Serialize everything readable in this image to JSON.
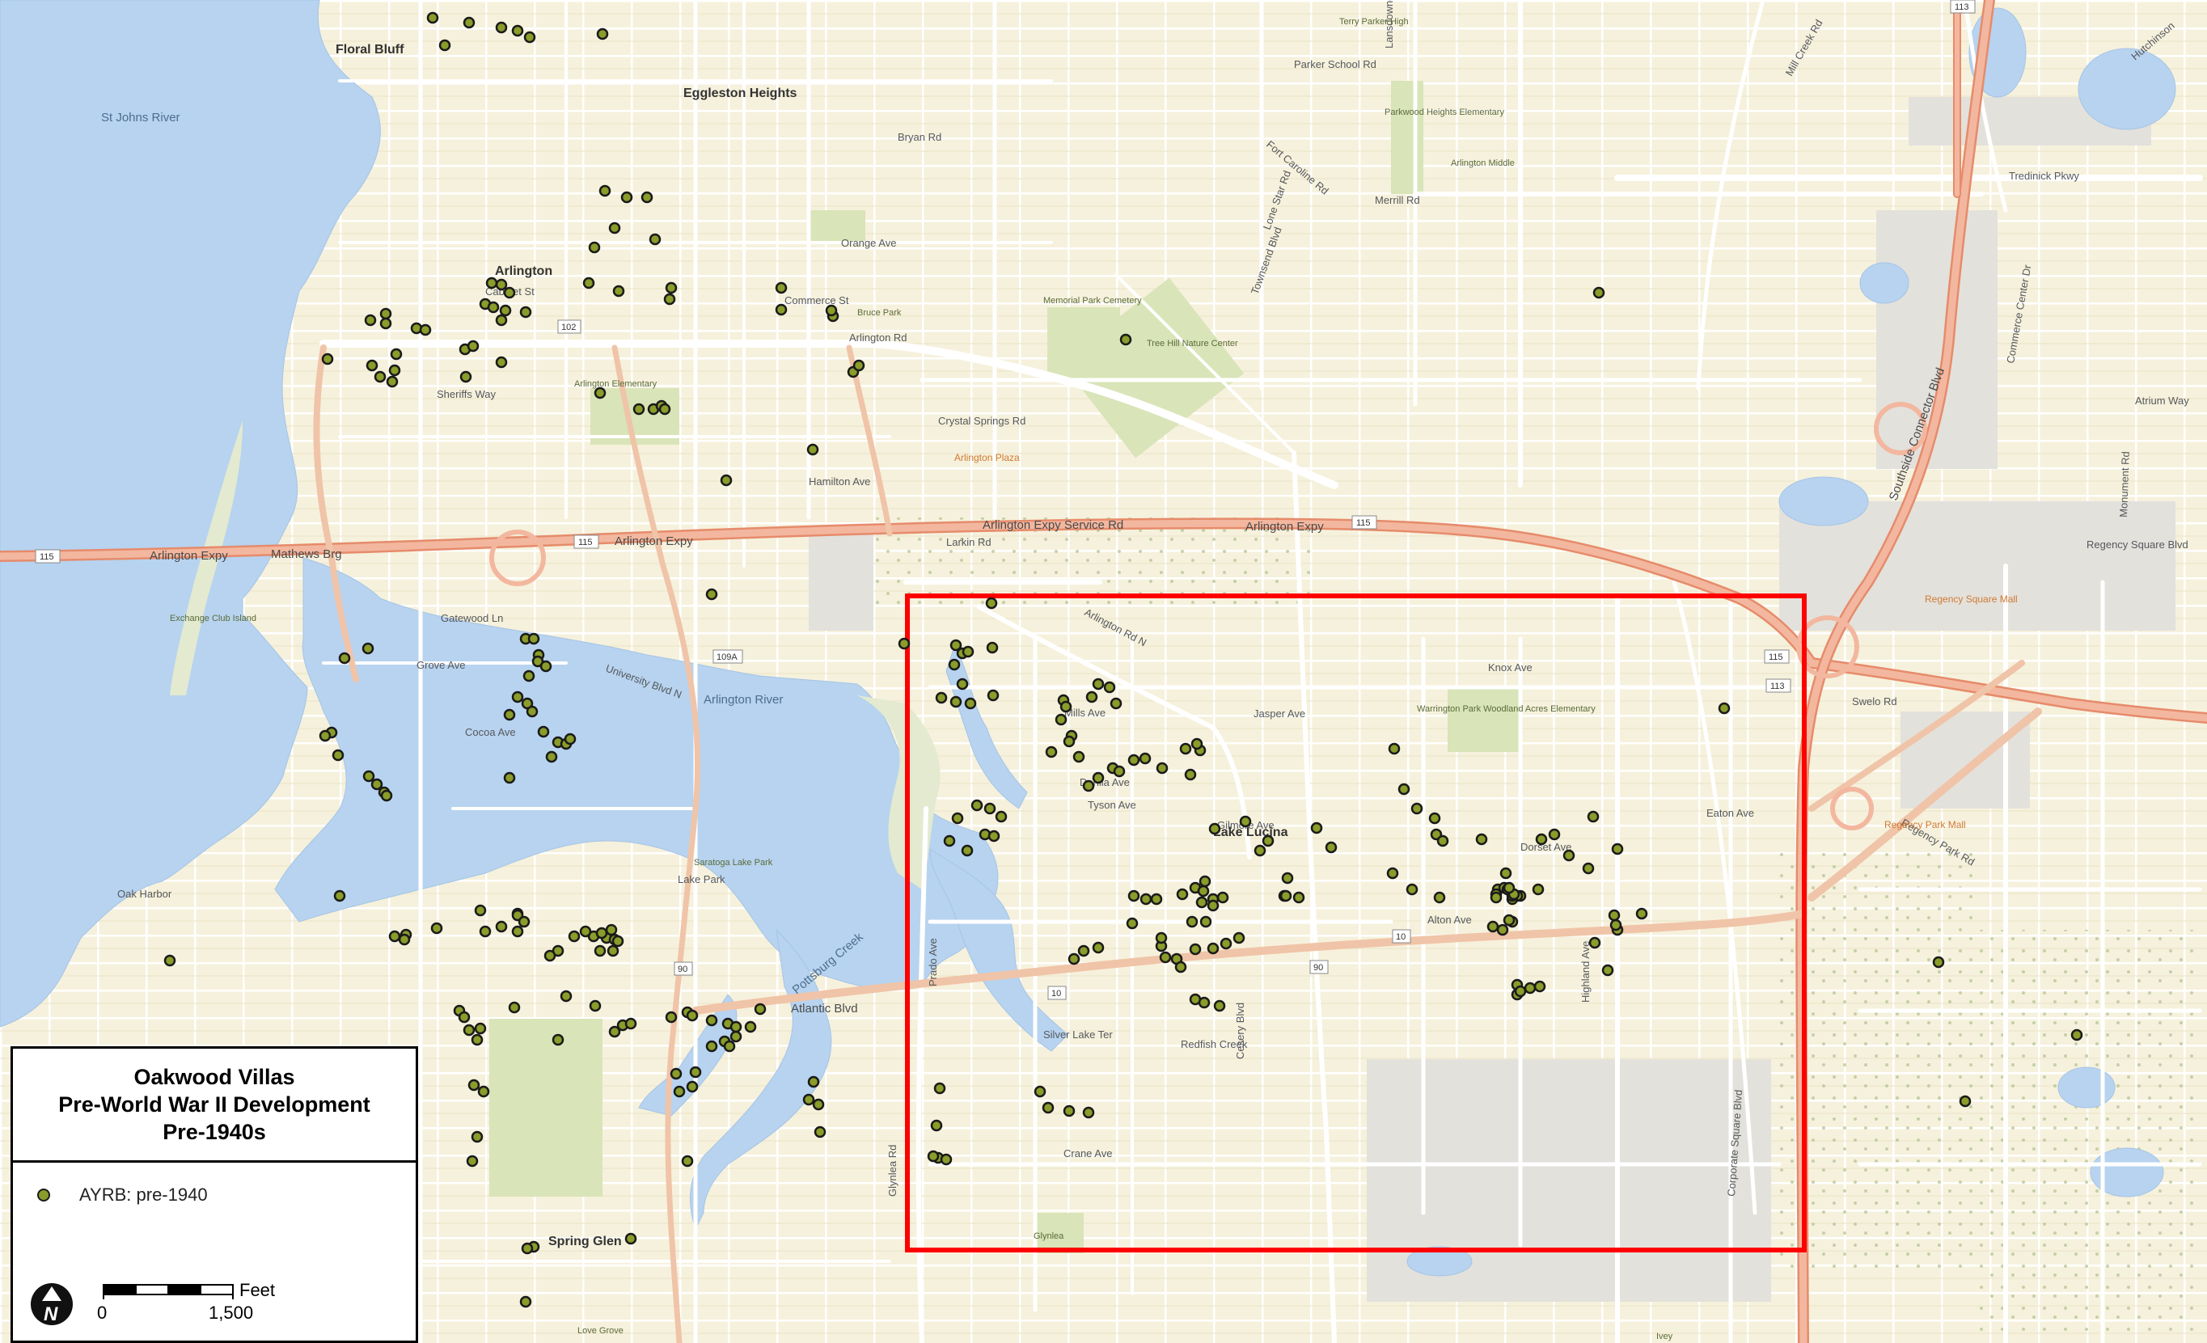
{
  "legend": {
    "title_lines": [
      "Oakwood Villas",
      "Pre-World War II Development",
      "Pre-1940s"
    ],
    "entry_label": "AYRB: pre-1940",
    "scale_unit": "Feet",
    "scale_start": "0",
    "scale_end": "1,500",
    "north_letter": "N"
  },
  "colors": {
    "land": "#f6f1dc",
    "water": "#b7d3ef",
    "highway": "#f0a98b",
    "study_area": "#ff0000",
    "point_fill": "#8a9c2a",
    "point_stroke": "#1a1a1a",
    "park": "#d9e4b8"
  },
  "labels": {
    "places": [
      {
        "text": "Floral Bluff"
      },
      {
        "text": "Arlington"
      },
      {
        "text": "Spring Glen"
      },
      {
        "text": "Lake Lucina"
      },
      {
        "text": "Eggleston Heights"
      }
    ],
    "water": [
      {
        "text": "St Johns River"
      },
      {
        "text": "Arlington River"
      },
      {
        "text": "Pottsburg Creek"
      }
    ],
    "highways": [
      {
        "text": "Arlington Expy"
      },
      {
        "text": "Mathews Brg"
      },
      {
        "text": "Arlington Expy"
      },
      {
        "text": "Arlington Expy"
      },
      {
        "text": "Arlington Expy Service Rd"
      },
      {
        "text": "Southside Connector Blvd"
      },
      {
        "text": "Atlantic Blvd"
      }
    ],
    "roads": [
      {
        "text": "Arlington Rd"
      },
      {
        "text": "Arlington Rd N"
      },
      {
        "text": "University Blvd N"
      },
      {
        "text": "Prado Ave"
      },
      {
        "text": "Gilmore Ave"
      },
      {
        "text": "Crane Ave"
      },
      {
        "text": "Eaton Ave"
      },
      {
        "text": "Merrill Rd"
      },
      {
        "text": "Tredinick Pkwy"
      },
      {
        "text": "Hutchinson"
      },
      {
        "text": "Commerce Center Dr"
      },
      {
        "text": "Regency Square Blvd"
      },
      {
        "text": "Atrium Way"
      },
      {
        "text": "Monument Rd"
      },
      {
        "text": "Swelo Rd"
      },
      {
        "text": "Regency Park Rd"
      },
      {
        "text": "Highland Ave"
      },
      {
        "text": "Corporate Square Blvd"
      },
      {
        "text": "Glynlea Rd"
      },
      {
        "text": "Silver Lake Ter"
      },
      {
        "text": "Cesery Blvd"
      },
      {
        "text": "Lone Star Rd"
      },
      {
        "text": "Townsend Blvd"
      },
      {
        "text": "Fort Caroline Rd"
      },
      {
        "text": "Alton Ave"
      },
      {
        "text": "Dorset Ave"
      },
      {
        "text": "Larkin Rd"
      },
      {
        "text": "Cocoa Ave"
      },
      {
        "text": "Grove Ave"
      },
      {
        "text": "Gatewood Ln"
      },
      {
        "text": "Mill Creek Rd"
      },
      {
        "text": "Redfish Creek"
      },
      {
        "text": "Jasper Ave"
      },
      {
        "text": "Knox Ave"
      },
      {
        "text": "Tyson Ave"
      },
      {
        "text": "Dahlia Ave"
      },
      {
        "text": "Mills Ave"
      },
      {
        "text": "Lake Park"
      },
      {
        "text": "Parker School Rd"
      },
      {
        "text": "Lansdowne Dr"
      },
      {
        "text": "Crystal Springs Rd"
      },
      {
        "text": "Hamilton Ave"
      },
      {
        "text": "Orange Ave"
      },
      {
        "text": "Bryan Rd"
      },
      {
        "text": "Sheriffs Way"
      },
      {
        "text": "Cabinet St"
      },
      {
        "text": "Commerce St"
      },
      {
        "text": "Oak Harbor"
      }
    ],
    "pois": [
      {
        "text": "Terry Parker High"
      },
      {
        "text": "Parkwood Heights Elementary"
      },
      {
        "text": "Arlington Middle"
      },
      {
        "text": "Bruce Park"
      },
      {
        "text": "Memorial Park Cemetery"
      },
      {
        "text": "Tree Hill Nature Center"
      },
      {
        "text": "Arlington Elementary"
      },
      {
        "text": "Arlington Plaza"
      },
      {
        "text": "Exchange Club Island"
      },
      {
        "text": "Saratoga Lake Park"
      },
      {
        "text": "Warrington Park Woodland Acres Elementary"
      },
      {
        "text": "Regency Square Mall"
      },
      {
        "text": "Regency Park Mall"
      },
      {
        "text": "Glynlea"
      },
      {
        "text": "Love Grove"
      },
      {
        "text": "Ivey"
      }
    ],
    "route_shields": [
      {
        "text": "115"
      },
      {
        "text": "115"
      },
      {
        "text": "115"
      },
      {
        "text": "113"
      },
      {
        "text": "113"
      },
      {
        "text": "109A"
      },
      {
        "text": "10"
      },
      {
        "text": "10"
      },
      {
        "text": "90"
      },
      {
        "text": "90"
      },
      {
        "text": "102"
      },
      {
        "text": "115"
      }
    ]
  },
  "points": [
    [
      535,
      22
    ],
    [
      580,
      28
    ],
    [
      620,
      34
    ],
    [
      640,
      38
    ],
    [
      655,
      46
    ],
    [
      550,
      56
    ],
    [
      745,
      42
    ],
    [
      748,
      236
    ],
    [
      775,
      244
    ],
    [
      800,
      244
    ],
    [
      760,
      282
    ],
    [
      810,
      296
    ],
    [
      735,
      306
    ],
    [
      728,
      350
    ],
    [
      765,
      360
    ],
    [
      608,
      350
    ],
    [
      620,
      352
    ],
    [
      630,
      362
    ],
    [
      600,
      376
    ],
    [
      610,
      380
    ],
    [
      625,
      384
    ],
    [
      650,
      386
    ],
    [
      620,
      396
    ],
    [
      458,
      396
    ],
    [
      477,
      388
    ],
    [
      477,
      400
    ],
    [
      515,
      406
    ],
    [
      526,
      408
    ],
    [
      405,
      444
    ],
    [
      460,
      452
    ],
    [
      470,
      466
    ],
    [
      485,
      472
    ],
    [
      488,
      458
    ],
    [
      490,
      438
    ],
    [
      575,
      432
    ],
    [
      585,
      428
    ],
    [
      620,
      448
    ],
    [
      576,
      466
    ],
    [
      830,
      356
    ],
    [
      828,
      370
    ],
    [
      966,
      356
    ],
    [
      966,
      383
    ],
    [
      1030,
      391
    ],
    [
      1028,
      384
    ],
    [
      1055,
      460
    ],
    [
      1062,
      452
    ],
    [
      742,
      486
    ],
    [
      790,
      506
    ],
    [
      808,
      506
    ],
    [
      818,
      502
    ],
    [
      822,
      506
    ],
    [
      1005,
      556
    ],
    [
      898,
      594
    ],
    [
      880,
      735
    ],
    [
      1392,
      420
    ],
    [
      1977,
      362
    ],
    [
      1226,
      746
    ],
    [
      1182,
      798
    ],
    [
      1190,
      808
    ],
    [
      1197,
      806
    ],
    [
      1180,
      822
    ],
    [
      426,
      814
    ],
    [
      455,
      802
    ],
    [
      650,
      790
    ],
    [
      660,
      790
    ],
    [
      666,
      810
    ],
    [
      665,
      818
    ],
    [
      654,
      836
    ],
    [
      675,
      824
    ],
    [
      640,
      862
    ],
    [
      652,
      870
    ],
    [
      658,
      880
    ],
    [
      630,
      884
    ],
    [
      672,
      905
    ],
    [
      690,
      918
    ],
    [
      700,
      920
    ],
    [
      705,
      914
    ],
    [
      682,
      936
    ],
    [
      466,
      970
    ],
    [
      475,
      980
    ],
    [
      478,
      984
    ],
    [
      418,
      934
    ],
    [
      410,
      906
    ],
    [
      402,
      910
    ],
    [
      456,
      960
    ],
    [
      630,
      962
    ],
    [
      1118,
      796
    ],
    [
      1227,
      801
    ],
    [
      1228,
      860
    ],
    [
      1190,
      846
    ],
    [
      1164,
      863
    ],
    [
      1182,
      868
    ],
    [
      1200,
      870
    ],
    [
      1315,
      866
    ],
    [
      1318,
      874
    ],
    [
      1350,
      862
    ],
    [
      1358,
      846
    ],
    [
      1372,
      850
    ],
    [
      1380,
      870
    ],
    [
      1312,
      890
    ],
    [
      1325,
      910
    ],
    [
      1322,
      917
    ],
    [
      1300,
      930
    ],
    [
      1334,
      936
    ],
    [
      1376,
      950
    ],
    [
      1402,
      940
    ],
    [
      1416,
      938
    ],
    [
      1466,
      926
    ],
    [
      1484,
      928
    ],
    [
      1472,
      958
    ],
    [
      1208,
      996
    ],
    [
      1224,
      1000
    ],
    [
      1238,
      1010
    ],
    [
      1184,
      1012
    ],
    [
      1218,
      1032
    ],
    [
      1174,
      1040
    ],
    [
      1229,
      1034
    ],
    [
      1196,
      1052
    ],
    [
      1346,
      972
    ],
    [
      1358,
      962
    ],
    [
      1384,
      954
    ],
    [
      1437,
      950
    ],
    [
      1480,
      920
    ],
    [
      1502,
      1025
    ],
    [
      1540,
      1016
    ],
    [
      1568,
      1040
    ],
    [
      1628,
      1024
    ],
    [
      1646,
      1048
    ],
    [
      1558,
      1052
    ],
    [
      1592,
      1086
    ],
    [
      1402,
      1108
    ],
    [
      1417,
      1112
    ],
    [
      1478,
      1098
    ],
    [
      1490,
      1090
    ],
    [
      1488,
      1102
    ],
    [
      1462,
      1106
    ],
    [
      1512,
      1110
    ],
    [
      1500,
      1112
    ],
    [
      1486,
      1116
    ],
    [
      1430,
      1112
    ],
    [
      1500,
      1120
    ],
    [
      1474,
      1140
    ],
    [
      1491,
      1140
    ],
    [
      1478,
      1174
    ],
    [
      1500,
      1173
    ],
    [
      1516,
      1167
    ],
    [
      1532,
      1160
    ],
    [
      1340,
      1176
    ],
    [
      1328,
      1186
    ],
    [
      1358,
      1172
    ],
    [
      1400,
      1142
    ],
    [
      1436,
      1170
    ],
    [
      1441,
      1184
    ],
    [
      1455,
      1186
    ],
    [
      1460,
      1196
    ],
    [
      1436,
      1160
    ],
    [
      1588,
      1108
    ],
    [
      1606,
      1110
    ],
    [
      1508,
      1244
    ],
    [
      1478,
      1236
    ],
    [
      1489,
      1240
    ],
    [
      1590,
      1108
    ],
    [
      1722,
      1080
    ],
    [
      1746,
      1100
    ],
    [
      1852,
      1100
    ],
    [
      1862,
      1080
    ],
    [
      1906,
      1038
    ],
    [
      1880,
      1108
    ],
    [
      1902,
      1100
    ],
    [
      1922,
      1032
    ],
    [
      1940,
      1058
    ],
    [
      1964,
      1074
    ],
    [
      1970,
      1010
    ],
    [
      2000,
      1050
    ],
    [
      1832,
      1038
    ],
    [
      1776,
      1032
    ],
    [
      1780,
      1110
    ],
    [
      1850,
      1106
    ],
    [
      1876,
      1108
    ],
    [
      1724,
      926
    ],
    [
      1752,
      1000
    ],
    [
      1736,
      976
    ],
    [
      1774,
      1012
    ],
    [
      1784,
      1040
    ],
    [
      1860,
      1098
    ],
    [
      1870,
      1112
    ],
    [
      1850,
      1110
    ],
    [
      1864,
      1100
    ],
    [
      1870,
      1108
    ],
    [
      1872,
      1106
    ],
    [
      1866,
      1098
    ],
    [
      1972,
      1166
    ],
    [
      1988,
      1200
    ],
    [
      1876,
      1218
    ],
    [
      1892,
      1222
    ],
    [
      1904,
      1220
    ],
    [
      1876,
      1230
    ],
    [
      1880,
      1226
    ],
    [
      2000,
      1150
    ],
    [
      2030,
      1130
    ],
    [
      1996,
      1132
    ],
    [
      1998,
      1144
    ],
    [
      2132,
      876
    ],
    [
      1870,
      1140
    ],
    [
      1858,
      1150
    ],
    [
      1846,
      1146
    ],
    [
      1866,
      1138
    ],
    [
      1162,
      1346
    ],
    [
      1158,
      1392
    ],
    [
      1160,
      1432
    ],
    [
      1154,
      1430
    ],
    [
      1170,
      1434
    ],
    [
      1286,
      1350
    ],
    [
      1322,
      1374
    ],
    [
      1296,
      1370
    ],
    [
      1346,
      1376
    ],
    [
      420,
      1108
    ],
    [
      210,
      1188
    ],
    [
      502,
      1156
    ],
    [
      488,
      1158
    ],
    [
      500,
      1162
    ],
    [
      540,
      1148
    ],
    [
      600,
      1152
    ],
    [
      620,
      1146
    ],
    [
      640,
      1152
    ],
    [
      640,
      1130
    ],
    [
      594,
      1126
    ],
    [
      640,
      1132
    ],
    [
      648,
      1140
    ],
    [
      710,
      1158
    ],
    [
      734,
      1158
    ],
    [
      750,
      1160
    ],
    [
      756,
      1150
    ],
    [
      760,
      1162
    ],
    [
      758,
      1176
    ],
    [
      764,
      1164
    ],
    [
      690,
      1176
    ],
    [
      680,
      1182
    ],
    [
      724,
      1152
    ],
    [
      744,
      1154
    ],
    [
      742,
      1176
    ],
    [
      700,
      1232
    ],
    [
      690,
      1286
    ],
    [
      636,
      1246
    ],
    [
      736,
      1244
    ],
    [
      760,
      1276
    ],
    [
      770,
      1268
    ],
    [
      780,
      1266
    ],
    [
      830,
      1258
    ],
    [
      850,
      1252
    ],
    [
      856,
      1256
    ],
    [
      880,
      1262
    ],
    [
      880,
      1294
    ],
    [
      568,
      1250
    ],
    [
      574,
      1258
    ],
    [
      580,
      1274
    ],
    [
      590,
      1286
    ],
    [
      594,
      1272
    ],
    [
      900,
      1266
    ],
    [
      910,
      1270
    ],
    [
      896,
      1288
    ],
    [
      902,
      1294
    ],
    [
      910,
      1282
    ],
    [
      928,
      1270
    ],
    [
      940,
      1248
    ],
    [
      586,
      1342
    ],
    [
      598,
      1350
    ],
    [
      856,
      1344
    ],
    [
      840,
      1350
    ],
    [
      836,
      1328
    ],
    [
      860,
      1326
    ],
    [
      1006,
      1338
    ],
    [
      1012,
      1366
    ],
    [
      1014,
      1400
    ],
    [
      1000,
      1360
    ],
    [
      590,
      1406
    ],
    [
      850,
      1436
    ],
    [
      584,
      1436
    ],
    [
      660,
      1542
    ],
    [
      652,
      1544
    ],
    [
      780,
      1532
    ],
    [
      650,
      1610
    ],
    [
      2397,
      1190
    ],
    [
      2568,
      1280
    ],
    [
      2430,
      1362
    ]
  ]
}
